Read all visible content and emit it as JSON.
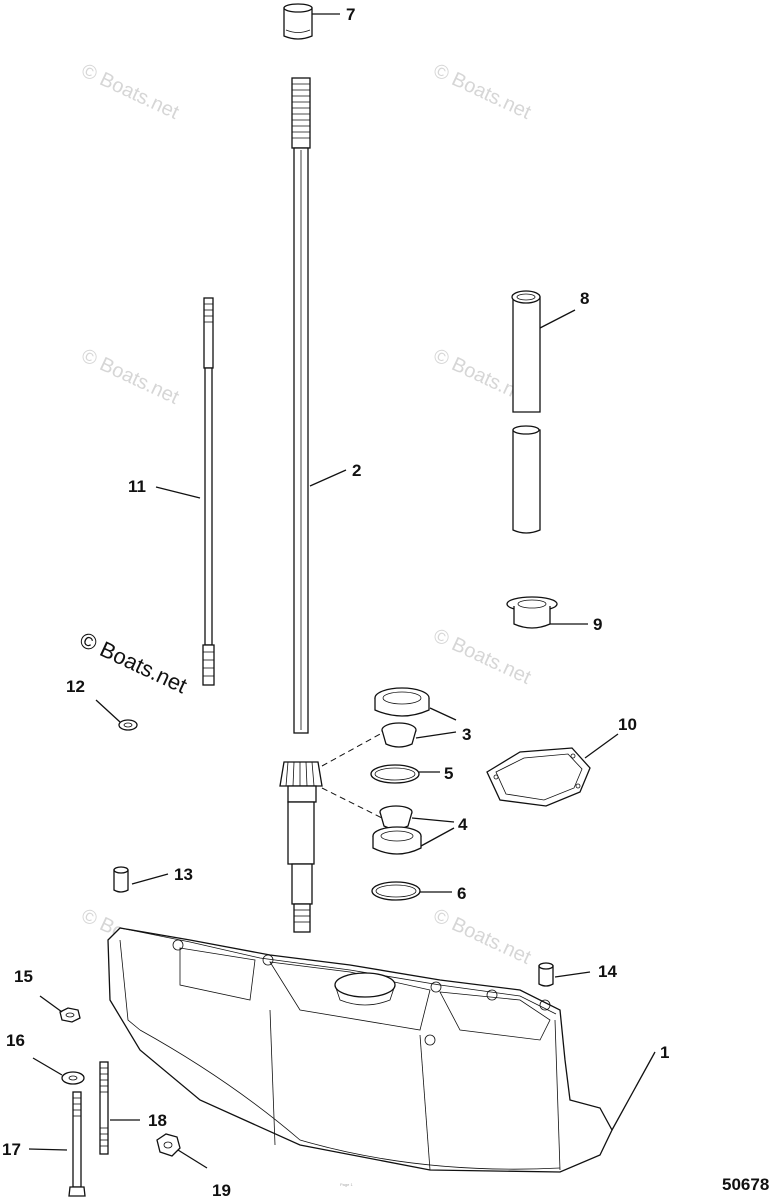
{
  "watermarks": [
    "© Boats.net",
    "© Boats.net",
    "© Boats.net",
    "© Boats.net",
    "© Boats.net",
    "© Boats.net",
    "© Boats.net",
    "© Boats.net"
  ],
  "callouts": [
    {
      "id": "1",
      "label": "1"
    },
    {
      "id": "2",
      "label": "2"
    },
    {
      "id": "3",
      "label": "3"
    },
    {
      "id": "4",
      "label": "4"
    },
    {
      "id": "5",
      "label": "5"
    },
    {
      "id": "6",
      "label": "6"
    },
    {
      "id": "7",
      "label": "7"
    },
    {
      "id": "8",
      "label": "8"
    },
    {
      "id": "9",
      "label": "9"
    },
    {
      "id": "10",
      "label": "10"
    },
    {
      "id": "11",
      "label": "11"
    },
    {
      "id": "12",
      "label": "12"
    },
    {
      "id": "13",
      "label": "13"
    },
    {
      "id": "14",
      "label": "14"
    },
    {
      "id": "15",
      "label": "15"
    },
    {
      "id": "16",
      "label": "16"
    },
    {
      "id": "17",
      "label": "17"
    },
    {
      "id": "18",
      "label": "18"
    },
    {
      "id": "19",
      "label": "19"
    }
  ],
  "diagram_number": "50678",
  "footer_fine_print": "Page 1"
}
